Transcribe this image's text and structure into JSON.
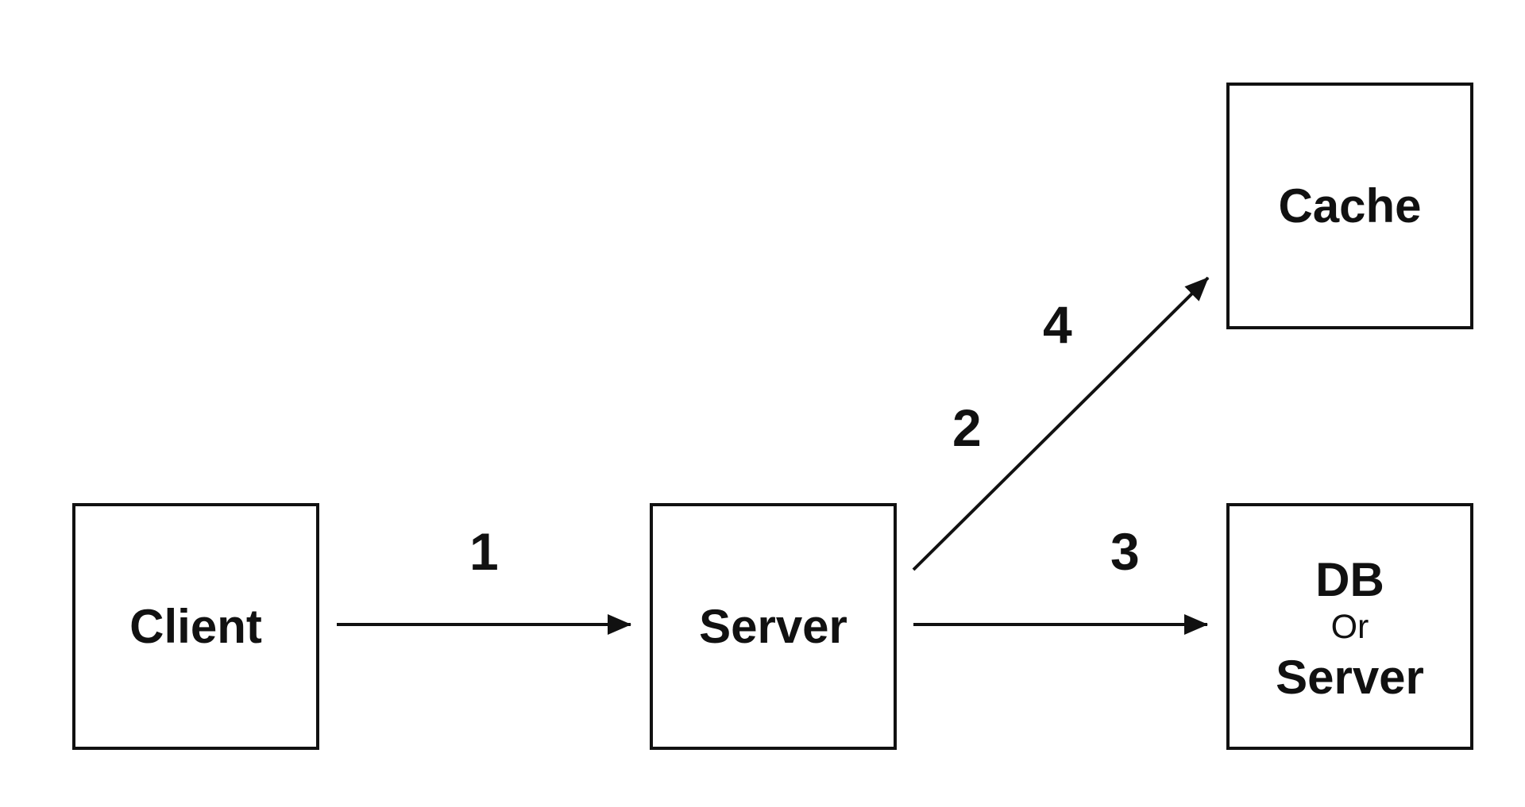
{
  "nodes": {
    "client": {
      "label": "Client"
    },
    "server": {
      "label": "Server"
    },
    "db": {
      "label_top": "DB",
      "label_mid": "Or",
      "label_bottom": "Server"
    },
    "cache": {
      "label": "Cache"
    }
  },
  "steps": {
    "one": "1",
    "two": "2",
    "three": "3",
    "four": "4"
  },
  "colors": {
    "stroke": "#111111",
    "background": "#ffffff"
  }
}
